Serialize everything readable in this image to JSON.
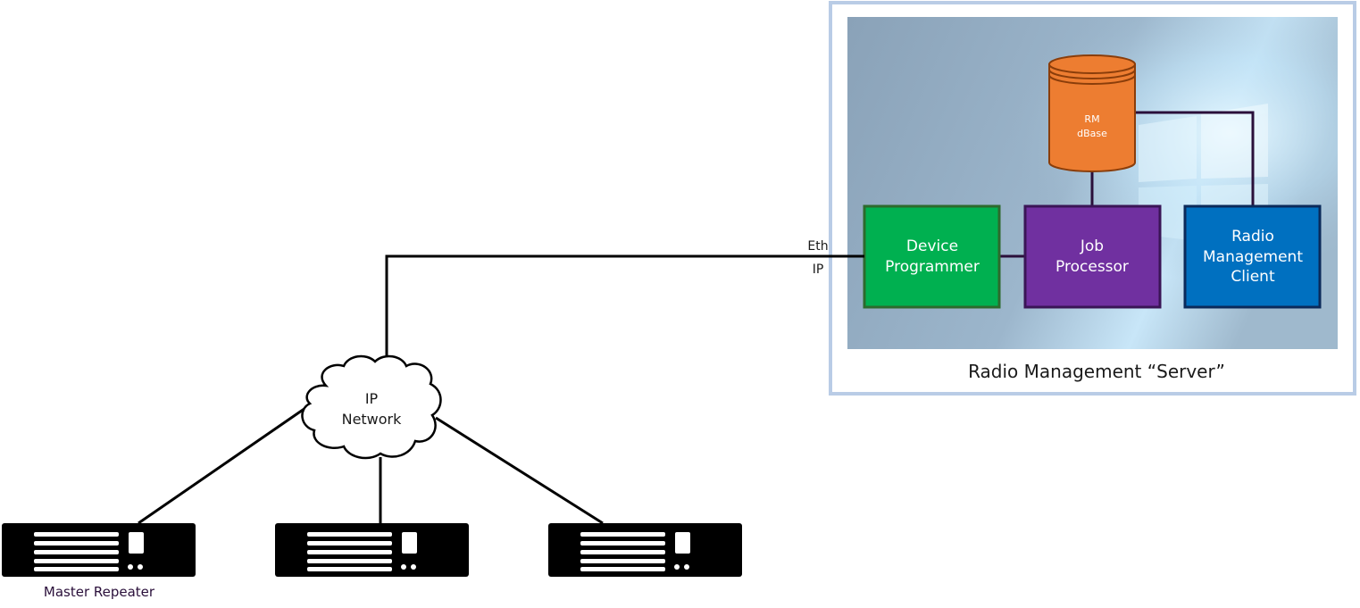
{
  "server": {
    "caption": "Radio Management “Server”",
    "colors": {
      "frame": "#b9cce6",
      "desktop": "#8ea6bd"
    }
  },
  "database": {
    "line1": "RM",
    "line2": "dBase",
    "color": "#ed7d31",
    "stroke": "#8a3d0a"
  },
  "boxes": {
    "device_programmer": {
      "line1": "Device",
      "line2": "Programmer",
      "fill": "#00b050",
      "stroke": "#2d6a2d"
    },
    "job_processor": {
      "line1": "Job",
      "line2": "Processor",
      "fill": "#7030a0",
      "stroke": "#3a1556"
    },
    "rm_client": {
      "line1": "Radio",
      "line2": "Management",
      "line3": "Client",
      "fill": "#0070c0",
      "stroke": "#0b2a5a"
    }
  },
  "link": {
    "eth": "Eth",
    "ip": "IP"
  },
  "cloud": {
    "line1": "IP",
    "line2": "Network"
  },
  "repeaters": [
    {
      "label": "Master Repeater"
    },
    {
      "label": ""
    },
    {
      "label": ""
    }
  ]
}
